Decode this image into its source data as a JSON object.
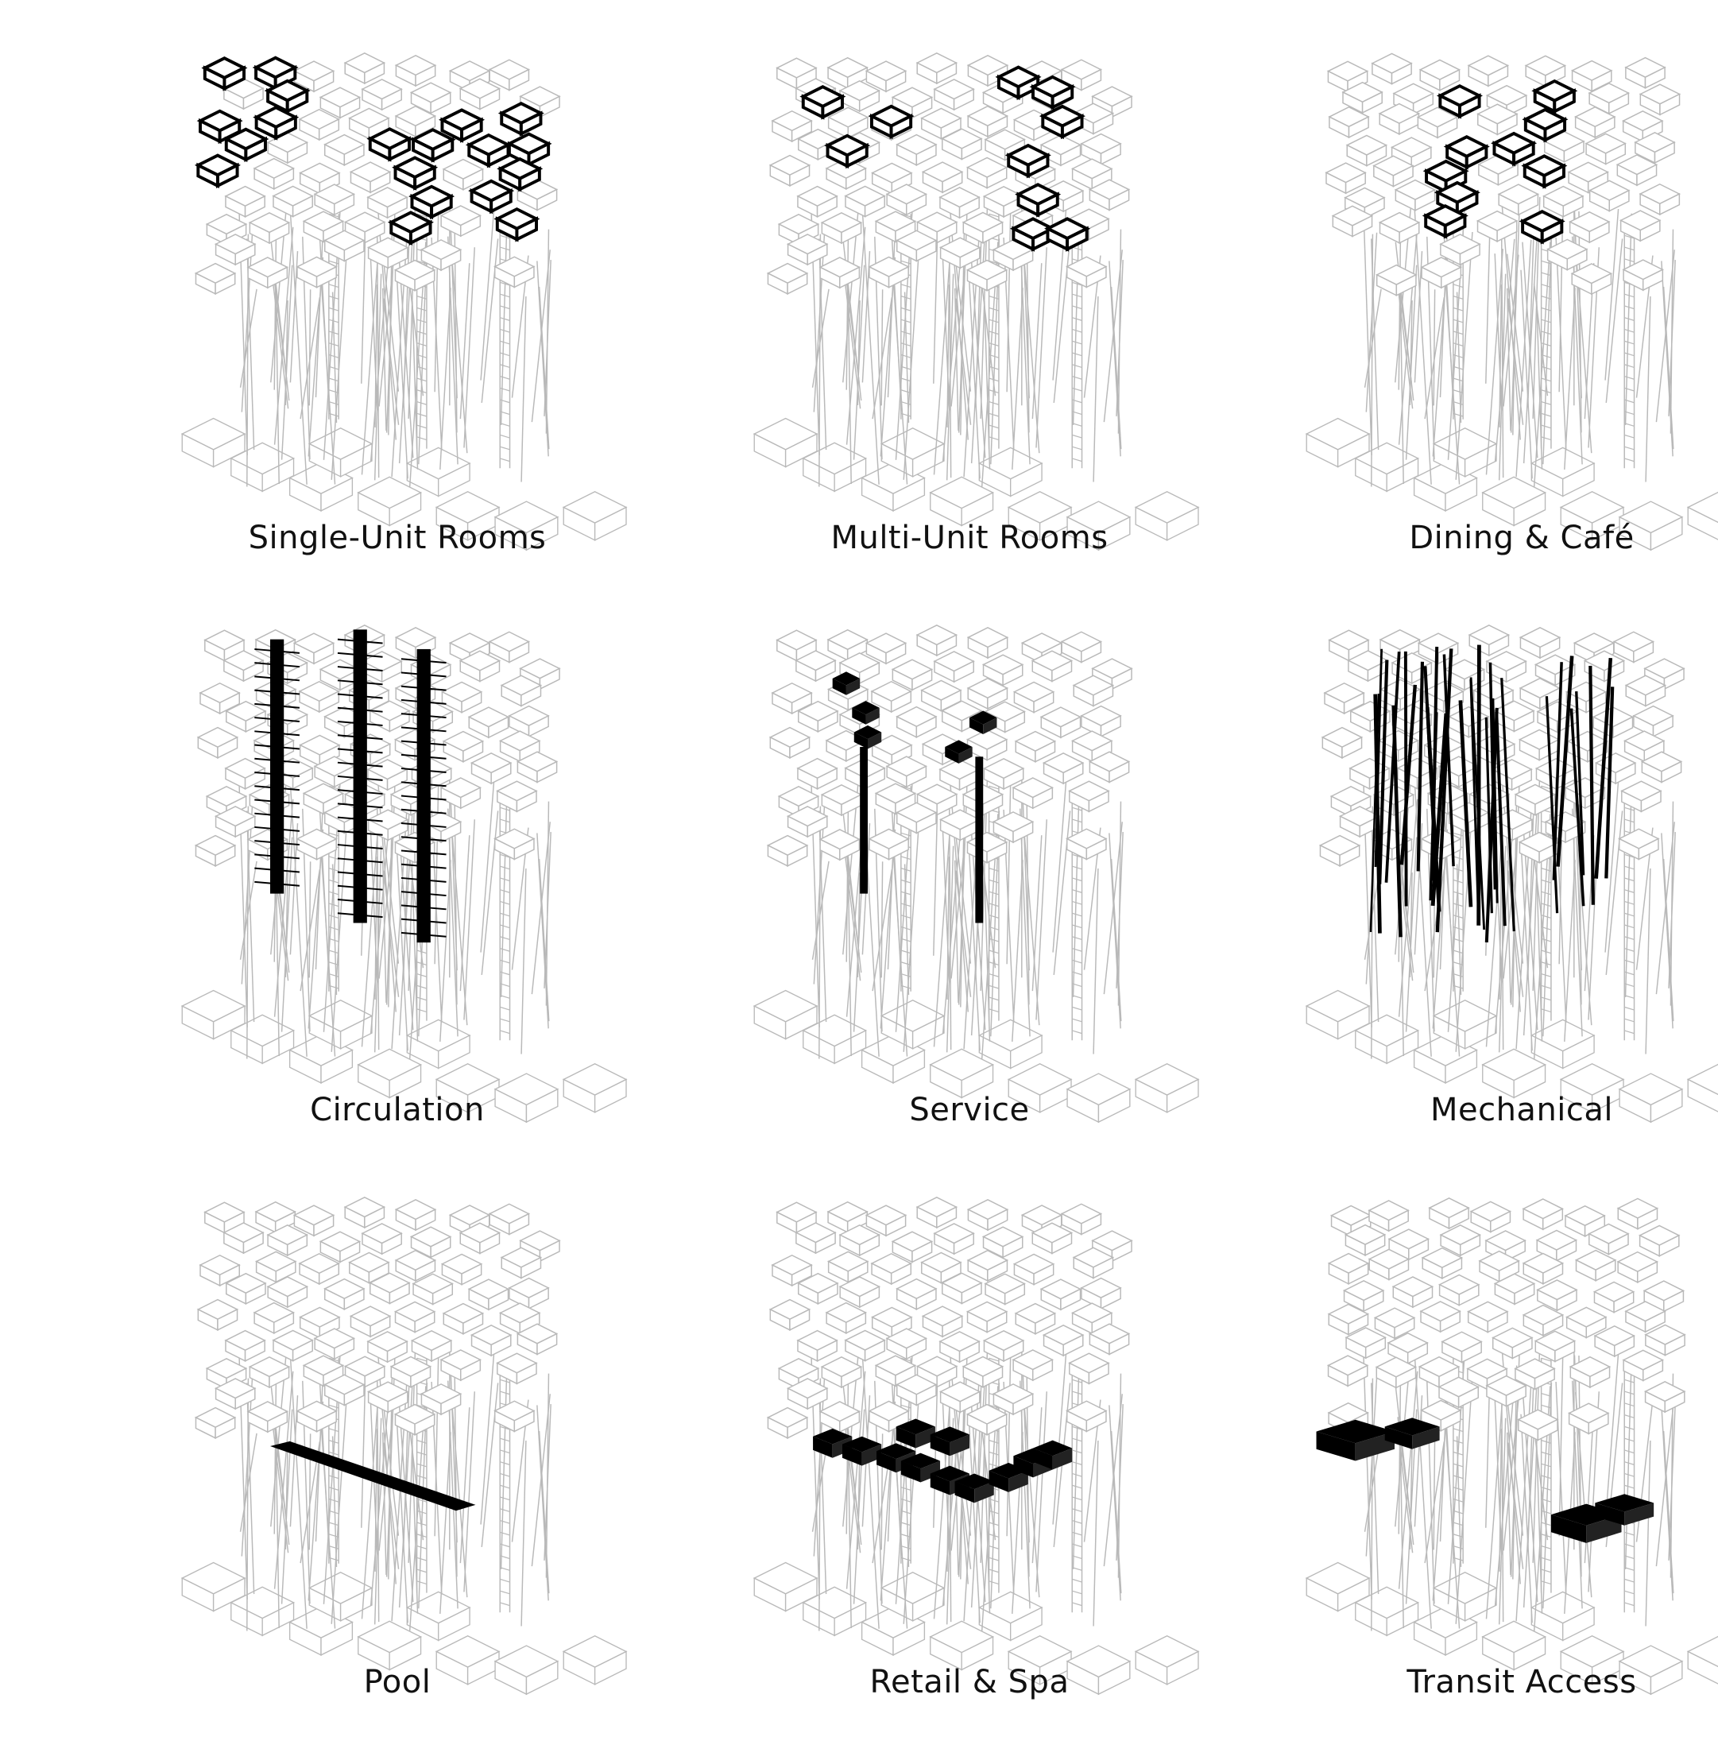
{
  "panels": [
    {
      "label": "Single-Unit Rooms",
      "highlight": "single-unit-rooms"
    },
    {
      "label": "Multi-Unit Rooms",
      "highlight": "multi-unit-rooms"
    },
    {
      "label": "Dining & Café",
      "highlight": "dining-cafe"
    },
    {
      "label": "Circulation",
      "highlight": "circulation"
    },
    {
      "label": "Service",
      "highlight": "service"
    },
    {
      "label": "Mechanical",
      "highlight": "mechanical"
    },
    {
      "label": "Pool",
      "highlight": "pool"
    },
    {
      "label": "Retail & Spa",
      "highlight": "retail-spa"
    },
    {
      "label": "Transit Access",
      "highlight": "transit-access"
    }
  ],
  "colors": {
    "line": "#b9b9b9",
    "highlight": "#000000",
    "background": "#ffffff"
  }
}
